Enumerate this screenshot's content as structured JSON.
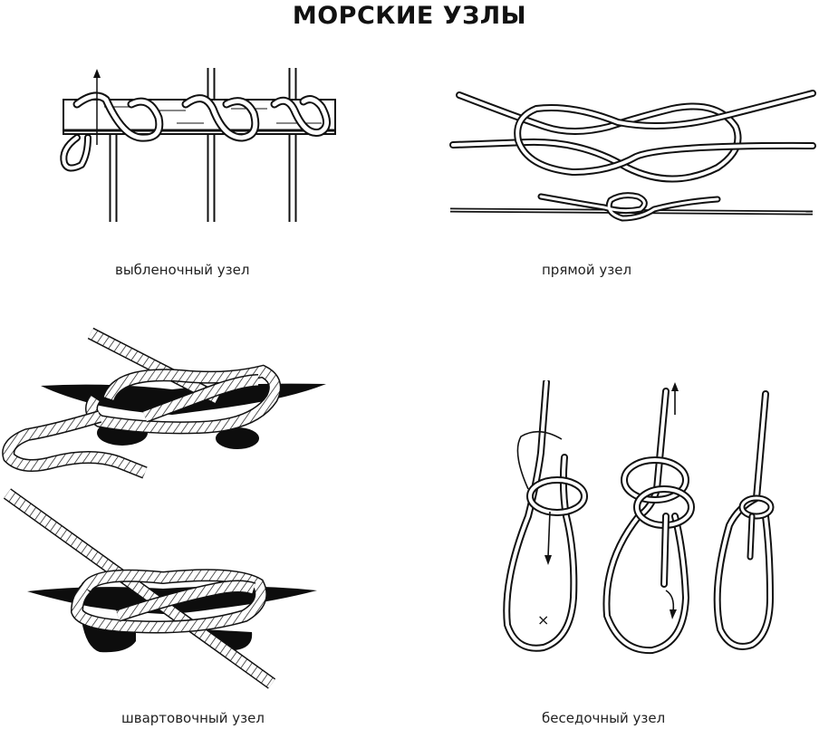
{
  "page": {
    "title": "МОРСКИЕ УЗЛЫ"
  },
  "knots": [
    {
      "id": "clove-hitch",
      "label": "выбленочный узел",
      "icon": "clove-hitch-illustration"
    },
    {
      "id": "reef-knot",
      "label": "прямой узел",
      "icon": "reef-knot-illustration"
    },
    {
      "id": "cleat-hitch",
      "label": "швартовочный узел",
      "icon": "cleat-hitch-illustration"
    },
    {
      "id": "bowline",
      "label": "беседочный узел",
      "icon": "bowline-illustration"
    }
  ],
  "annotations": {
    "bowline_mark": "×"
  },
  "colors": {
    "ink": "#111111",
    "background": "#ffffff"
  }
}
